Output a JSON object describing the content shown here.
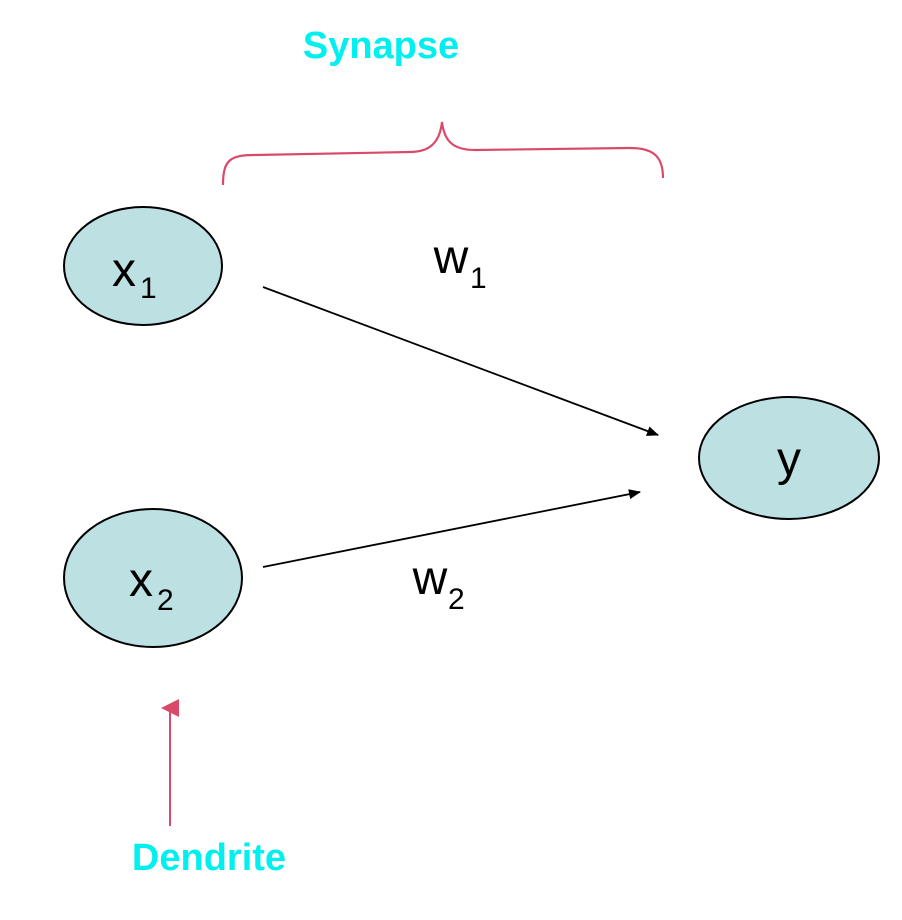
{
  "colors": {
    "node_fill": "#bde0e3",
    "node_stroke": "#000000",
    "edge": "#000000",
    "brace": "#d94a6a",
    "dendrite_arrow": "#d94a6a",
    "annotation": "#00f0f0"
  },
  "annotations": {
    "synapse": "Synapse",
    "dendrite": "Dendrite"
  },
  "nodes": {
    "x1": {
      "base": "x",
      "sub": "1"
    },
    "x2": {
      "base": "x",
      "sub": "2"
    },
    "y": {
      "base": "y",
      "sub": ""
    }
  },
  "weights": {
    "w1": {
      "base": "w",
      "sub": "1"
    },
    "w2": {
      "base": "w",
      "sub": "2"
    }
  }
}
